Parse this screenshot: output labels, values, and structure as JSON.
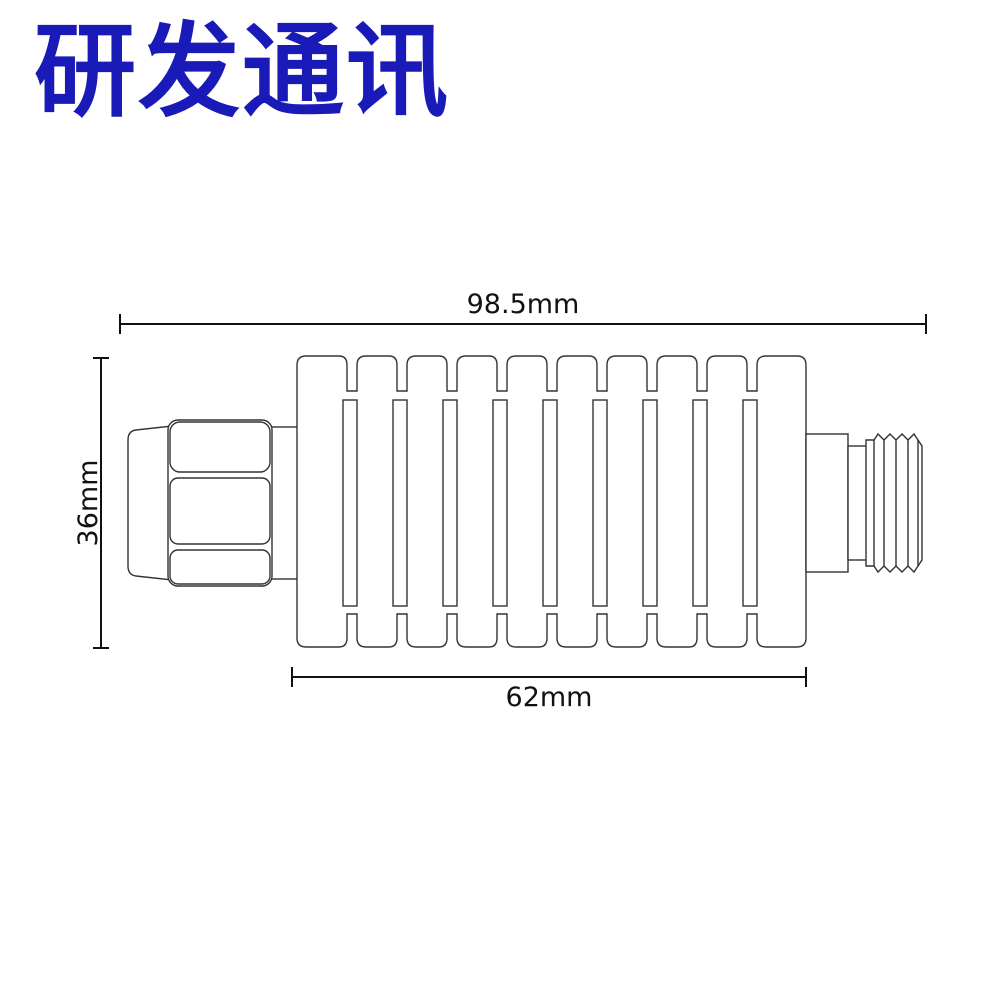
{
  "brand": {
    "text": "研发通讯",
    "color": "#1a1ab8"
  },
  "dimensions": {
    "overall_length": "98.5mm",
    "body_length": "62mm",
    "height": "36mm"
  },
  "colors": {
    "outline": "#333333",
    "dimension_line": "#111111",
    "background": "#ffffff"
  }
}
